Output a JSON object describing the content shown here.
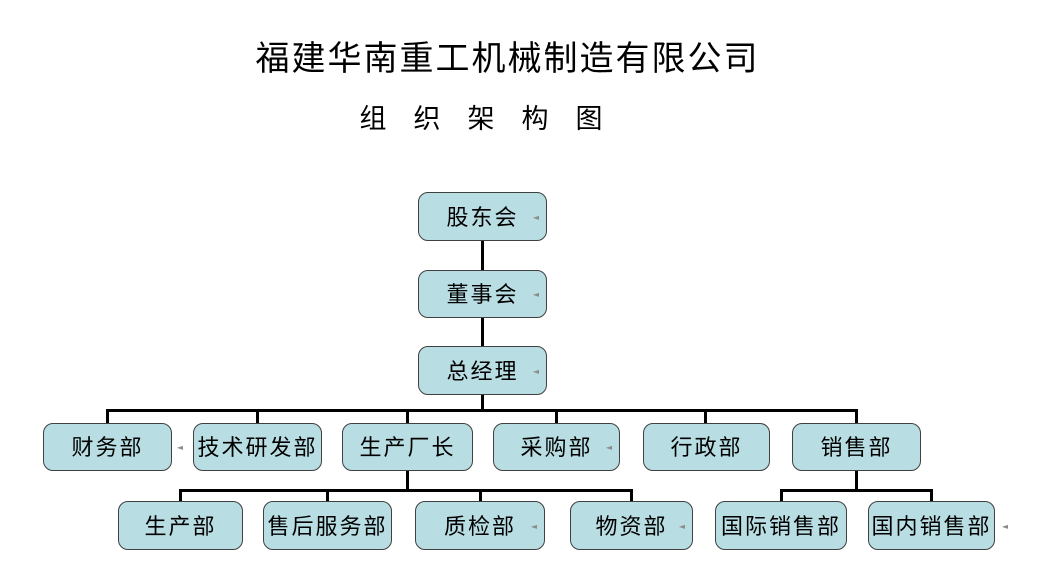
{
  "header": {
    "title": "福建华南重工机械制造有限公司",
    "subtitle": "组织架构图"
  },
  "org_chart": {
    "colors": {
      "background": "#ffffff",
      "box_fill": "#b8dde2",
      "box_border": "#404040",
      "connector": "#000000",
      "text": "#000000"
    },
    "icons": {
      "anchor_mark": "◄"
    },
    "nodes": [
      {
        "id": "shareholders",
        "label": "股东会",
        "level": 1
      },
      {
        "id": "board",
        "label": "董事会",
        "level": 2
      },
      {
        "id": "general-manager",
        "label": "总经理",
        "level": 3
      },
      {
        "id": "finance",
        "label": "财务部",
        "level": 4
      },
      {
        "id": "rd",
        "label": "技术研发部",
        "level": 4
      },
      {
        "id": "production-director",
        "label": "生产厂长",
        "level": 4
      },
      {
        "id": "purchasing",
        "label": "采购部",
        "level": 4
      },
      {
        "id": "admin",
        "label": "行政部",
        "level": 4
      },
      {
        "id": "sales",
        "label": "销售部",
        "level": 4
      },
      {
        "id": "production",
        "label": "生产部",
        "level": 5
      },
      {
        "id": "after-sales",
        "label": "售后服务部",
        "level": 5
      },
      {
        "id": "qc",
        "label": "质检部",
        "level": 5
      },
      {
        "id": "materials",
        "label": "物资部",
        "level": 5
      },
      {
        "id": "intl-sales",
        "label": "国际销售部",
        "level": 5
      },
      {
        "id": "domestic-sales",
        "label": "国内销售部",
        "level": 5
      }
    ],
    "hierarchy": {
      "股东会": [
        "董事会"
      ],
      "董事会": [
        "总经理"
      ],
      "总经理": [
        "财务部",
        "技术研发部",
        "生产厂长",
        "采购部",
        "行政部",
        "销售部"
      ],
      "生产厂长": [
        "生产部",
        "售后服务部",
        "质检部",
        "物资部"
      ],
      "销售部": [
        "国际销售部",
        "国内销售部"
      ]
    }
  }
}
